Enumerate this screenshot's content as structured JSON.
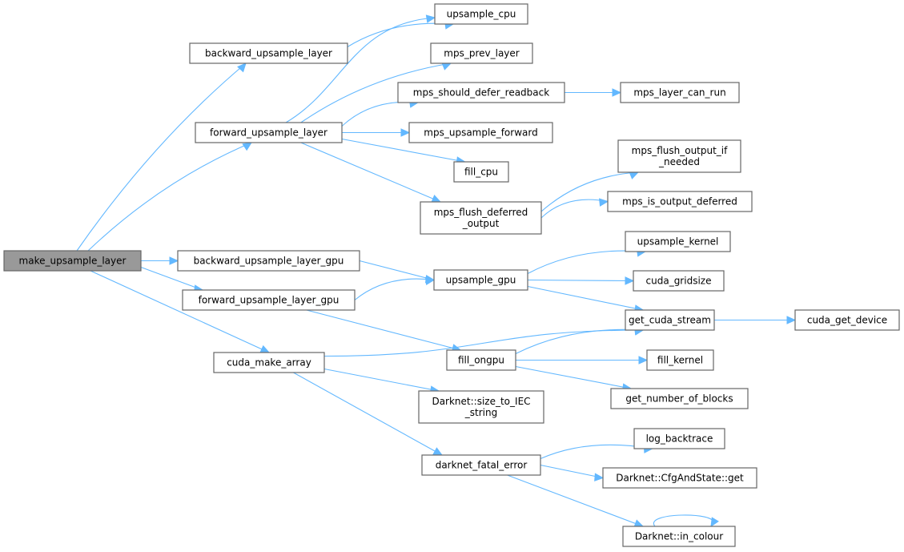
{
  "diagram": {
    "type": "call-graph",
    "root": "make_upsample_layer",
    "colors": {
      "edge": "#63b8ff",
      "node_border": "#666666",
      "root_fill": "#999999",
      "node_fill": "#ffffff"
    },
    "nodes": [
      {
        "id": "make_upsample_layer",
        "lines": [
          "make_upsample_layer"
        ],
        "root": true
      },
      {
        "id": "backward_upsample_layer",
        "lines": [
          "backward_upsample_layer"
        ]
      },
      {
        "id": "forward_upsample_layer",
        "lines": [
          "forward_upsample_layer"
        ]
      },
      {
        "id": "backward_upsample_layer_gpu",
        "lines": [
          "backward_upsample_layer_gpu"
        ]
      },
      {
        "id": "forward_upsample_layer_gpu",
        "lines": [
          "forward_upsample_layer_gpu"
        ]
      },
      {
        "id": "cuda_make_array",
        "lines": [
          "cuda_make_array"
        ]
      },
      {
        "id": "upsample_cpu",
        "lines": [
          "upsample_cpu"
        ]
      },
      {
        "id": "mps_prev_layer",
        "lines": [
          "mps_prev_layer"
        ]
      },
      {
        "id": "mps_should_defer_readback",
        "lines": [
          "mps_should_defer_readback"
        ]
      },
      {
        "id": "mps_upsample_forward",
        "lines": [
          "mps_upsample_forward"
        ]
      },
      {
        "id": "fill_cpu",
        "lines": [
          "fill_cpu"
        ]
      },
      {
        "id": "mps_flush_deferred_output",
        "lines": [
          "mps_flush_deferred",
          "_output"
        ]
      },
      {
        "id": "mps_layer_can_run",
        "lines": [
          "mps_layer_can_run"
        ]
      },
      {
        "id": "mps_flush_output_if_needed",
        "lines": [
          "mps_flush_output_if",
          "_needed"
        ]
      },
      {
        "id": "mps_is_output_deferred",
        "lines": [
          "mps_is_output_deferred"
        ]
      },
      {
        "id": "upsample_gpu",
        "lines": [
          "upsample_gpu"
        ]
      },
      {
        "id": "fill_ongpu",
        "lines": [
          "fill_ongpu"
        ]
      },
      {
        "id": "size_to_IEC_string",
        "lines": [
          "Darknet::size_to_IEC",
          "_string"
        ]
      },
      {
        "id": "darknet_fatal_error",
        "lines": [
          "darknet_fatal_error"
        ]
      },
      {
        "id": "upsample_kernel",
        "lines": [
          "upsample_kernel"
        ]
      },
      {
        "id": "cuda_gridsize",
        "lines": [
          "cuda_gridsize"
        ]
      },
      {
        "id": "get_cuda_stream",
        "lines": [
          "get_cuda_stream"
        ]
      },
      {
        "id": "cuda_get_device",
        "lines": [
          "cuda_get_device"
        ]
      },
      {
        "id": "fill_kernel",
        "lines": [
          "fill_kernel"
        ]
      },
      {
        "id": "get_number_of_blocks",
        "lines": [
          "get_number_of_blocks"
        ]
      },
      {
        "id": "log_backtrace",
        "lines": [
          "log_backtrace"
        ]
      },
      {
        "id": "cfg_and_state_get",
        "lines": [
          "Darknet::CfgAndState::get"
        ]
      },
      {
        "id": "in_colour",
        "lines": [
          "Darknet::in_colour"
        ]
      }
    ],
    "edges": [
      {
        "from": "make_upsample_layer",
        "to": "backward_upsample_layer"
      },
      {
        "from": "make_upsample_layer",
        "to": "forward_upsample_layer"
      },
      {
        "from": "make_upsample_layer",
        "to": "backward_upsample_layer_gpu"
      },
      {
        "from": "make_upsample_layer",
        "to": "forward_upsample_layer_gpu"
      },
      {
        "from": "make_upsample_layer",
        "to": "cuda_make_array"
      },
      {
        "from": "backward_upsample_layer",
        "to": "upsample_cpu"
      },
      {
        "from": "forward_upsample_layer",
        "to": "upsample_cpu"
      },
      {
        "from": "forward_upsample_layer",
        "to": "mps_prev_layer"
      },
      {
        "from": "forward_upsample_layer",
        "to": "mps_should_defer_readback"
      },
      {
        "from": "forward_upsample_layer",
        "to": "mps_upsample_forward"
      },
      {
        "from": "forward_upsample_layer",
        "to": "fill_cpu"
      },
      {
        "from": "forward_upsample_layer",
        "to": "mps_flush_deferred_output"
      },
      {
        "from": "mps_should_defer_readback",
        "to": "mps_layer_can_run"
      },
      {
        "from": "mps_flush_deferred_output",
        "to": "mps_flush_output_if_needed"
      },
      {
        "from": "mps_flush_deferred_output",
        "to": "mps_is_output_deferred"
      },
      {
        "from": "backward_upsample_layer_gpu",
        "to": "upsample_gpu"
      },
      {
        "from": "forward_upsample_layer_gpu",
        "to": "upsample_gpu"
      },
      {
        "from": "forward_upsample_layer_gpu",
        "to": "fill_ongpu"
      },
      {
        "from": "upsample_gpu",
        "to": "upsample_kernel"
      },
      {
        "from": "upsample_gpu",
        "to": "cuda_gridsize"
      },
      {
        "from": "upsample_gpu",
        "to": "get_cuda_stream"
      },
      {
        "from": "get_cuda_stream",
        "to": "cuda_get_device"
      },
      {
        "from": "cuda_make_array",
        "to": "get_cuda_stream"
      },
      {
        "from": "cuda_make_array",
        "to": "size_to_IEC_string"
      },
      {
        "from": "cuda_make_array",
        "to": "darknet_fatal_error"
      },
      {
        "from": "fill_ongpu",
        "to": "get_cuda_stream"
      },
      {
        "from": "fill_ongpu",
        "to": "fill_kernel"
      },
      {
        "from": "fill_ongpu",
        "to": "get_number_of_blocks"
      },
      {
        "from": "darknet_fatal_error",
        "to": "log_backtrace"
      },
      {
        "from": "darknet_fatal_error",
        "to": "cfg_and_state_get"
      },
      {
        "from": "darknet_fatal_error",
        "to": "in_colour"
      },
      {
        "from": "in_colour",
        "to": "in_colour"
      }
    ]
  }
}
